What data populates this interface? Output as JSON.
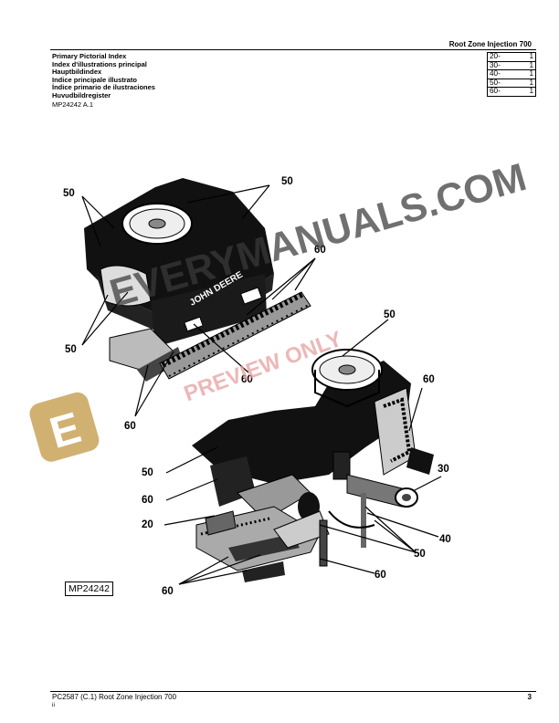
{
  "header": {
    "title": "Root  Zone  Injection  700"
  },
  "index": {
    "entries": [
      "Primary Pictorial Index",
      "Index d'illustrations principal",
      "Hauptbildindex",
      "Indice principale illustrato",
      "Índice primario de ilustraciones",
      "Huvudbildregister"
    ],
    "sections": [
      {
        "section": "20-",
        "page": "1"
      },
      {
        "section": "30-",
        "page": "1"
      },
      {
        "section": "40-",
        "page": "1"
      },
      {
        "section": "50-",
        "page": "1"
      },
      {
        "section": "60-",
        "page": "1"
      }
    ]
  },
  "reference_code": "MP24242 A.1",
  "figure": {
    "label": "MP24242",
    "callouts": {
      "c1": "50",
      "c2": "50",
      "c3": "60",
      "c4": "50",
      "c5": "60",
      "c6": "60",
      "c7": "50",
      "c8": "60",
      "c9": "30",
      "c10": "50",
      "c11": "60",
      "c12": "20",
      "c13": "40",
      "c14": "50",
      "c15": "60",
      "c16": "60"
    },
    "decal_text": "JOHN DEERE"
  },
  "watermark": {
    "text": "EVERYMANUALS.COM",
    "preview": "PREVIEW ONLY"
  },
  "footer": {
    "doc": "PC2587    (C.1)    Root Zone Injection 700",
    "sub": "ii",
    "page": "3"
  }
}
